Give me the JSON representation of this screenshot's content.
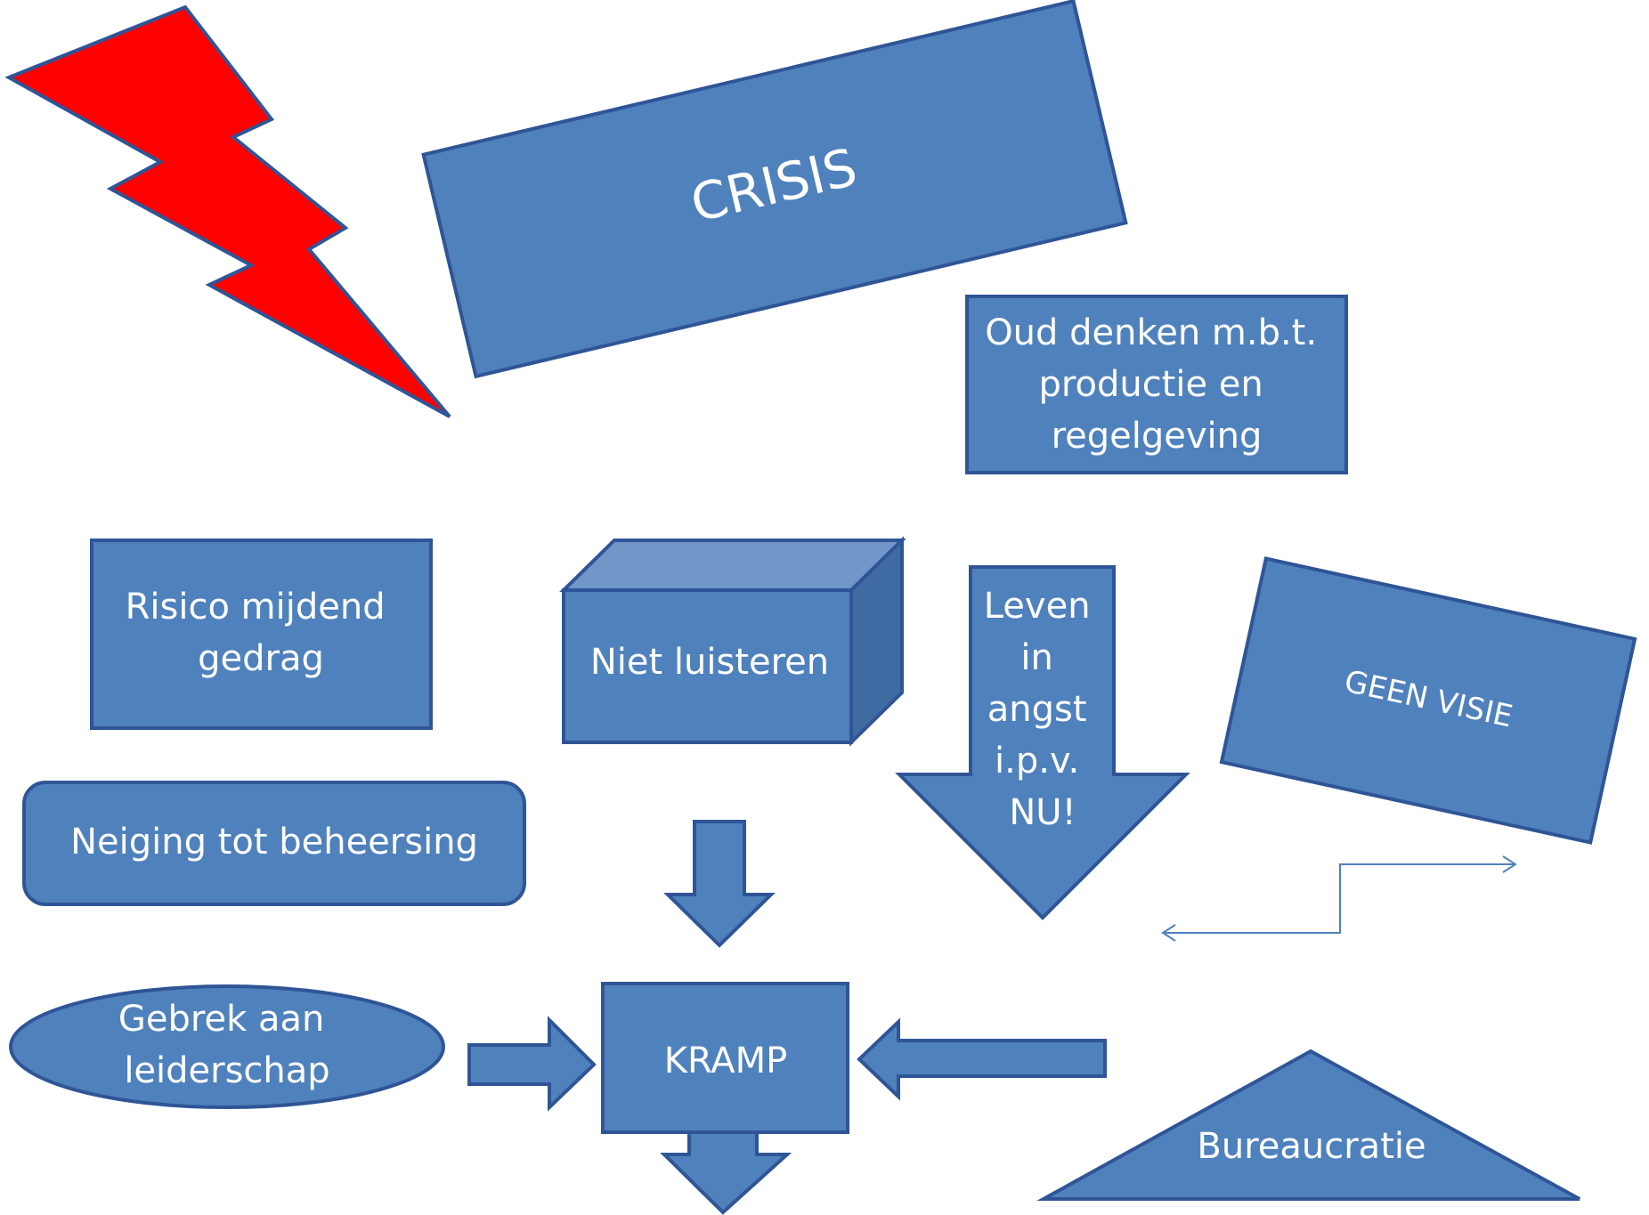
{
  "colors": {
    "shape_fill": "#4f81bd",
    "shape_stroke": "#2f5597",
    "cube_top": "#7097c8",
    "cube_side": "#3f6aa2",
    "lightning_fill": "#ff0000",
    "lightning_stroke": "#2f5597",
    "connector": "#4f81bd",
    "text": "#ffffff"
  },
  "shapes": {
    "crisis": "CRISIS",
    "oud_denken": [
      "Oud denken m.b.t.",
      "productie en",
      "regelgeving"
    ],
    "risico": [
      "Risico mijdend",
      "gedrag"
    ],
    "niet_luisteren": "Niet luisteren",
    "leven_in_angst": [
      "Leven",
      "in",
      "angst",
      "i.p.v.",
      "NU!"
    ],
    "geen_visie": "GEEN VISIE",
    "neiging": "Neiging tot beheersing",
    "gebrek": [
      "Gebrek aan",
      "leiderschap"
    ],
    "kramp": "KRAMP",
    "bureaucratie": "Bureaucratie"
  },
  "icons": {
    "lightning": "lightning-bolt-icon"
  }
}
